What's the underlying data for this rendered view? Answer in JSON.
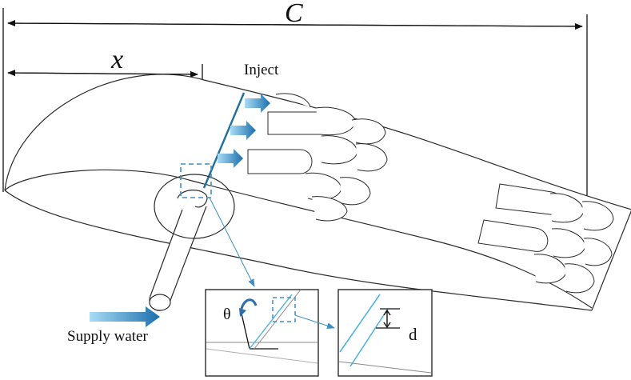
{
  "labels": {
    "chord": "C",
    "position": "x",
    "inject": "Inject",
    "supply": "Supply water",
    "angle": "θ",
    "thickness": "d"
  },
  "colors": {
    "outline": "#2b2b2b",
    "dimension": "#111111",
    "slot": "#1f6e9c",
    "arrow_dark": "#1b6fae",
    "arrow_light": "#a9dcf4",
    "inset_line": "#4fb3e0",
    "highlight_box": "#3d8fc4",
    "angle_arrow": "#2c6fa9"
  },
  "icons": {
    "inject_arrows": "right-arrow-icon",
    "supply_arrow": "right-arrow-icon",
    "angle_marker": "curved-arrow-icon",
    "dimension_marker": "double-arrow-icon"
  }
}
